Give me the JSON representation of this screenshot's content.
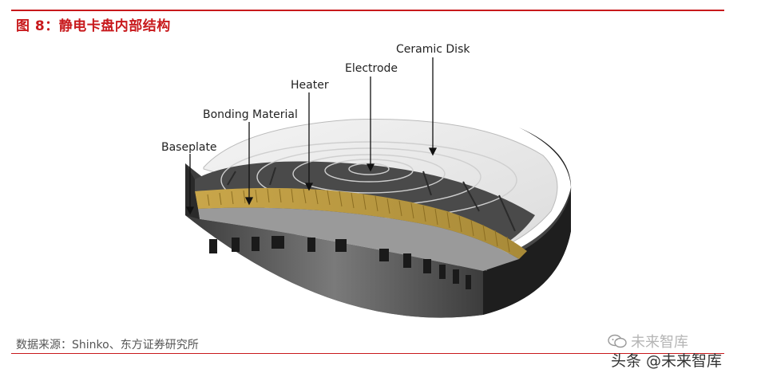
{
  "figure": {
    "title": "图 8：静电卡盘内部结构",
    "source": "数据来源：Shinko、东方证券研究所"
  },
  "diagram": {
    "labels": {
      "ceramic_disk": "Ceramic Disk",
      "electrode": "Electrode",
      "heater": "Heater",
      "bonding_material": "Bonding Material",
      "baseplate": "Baseplate"
    }
  },
  "watermark": {
    "line1": "未来智库",
    "line2": "头条 @未来智库"
  },
  "colors": {
    "accent": "#c8191c"
  }
}
